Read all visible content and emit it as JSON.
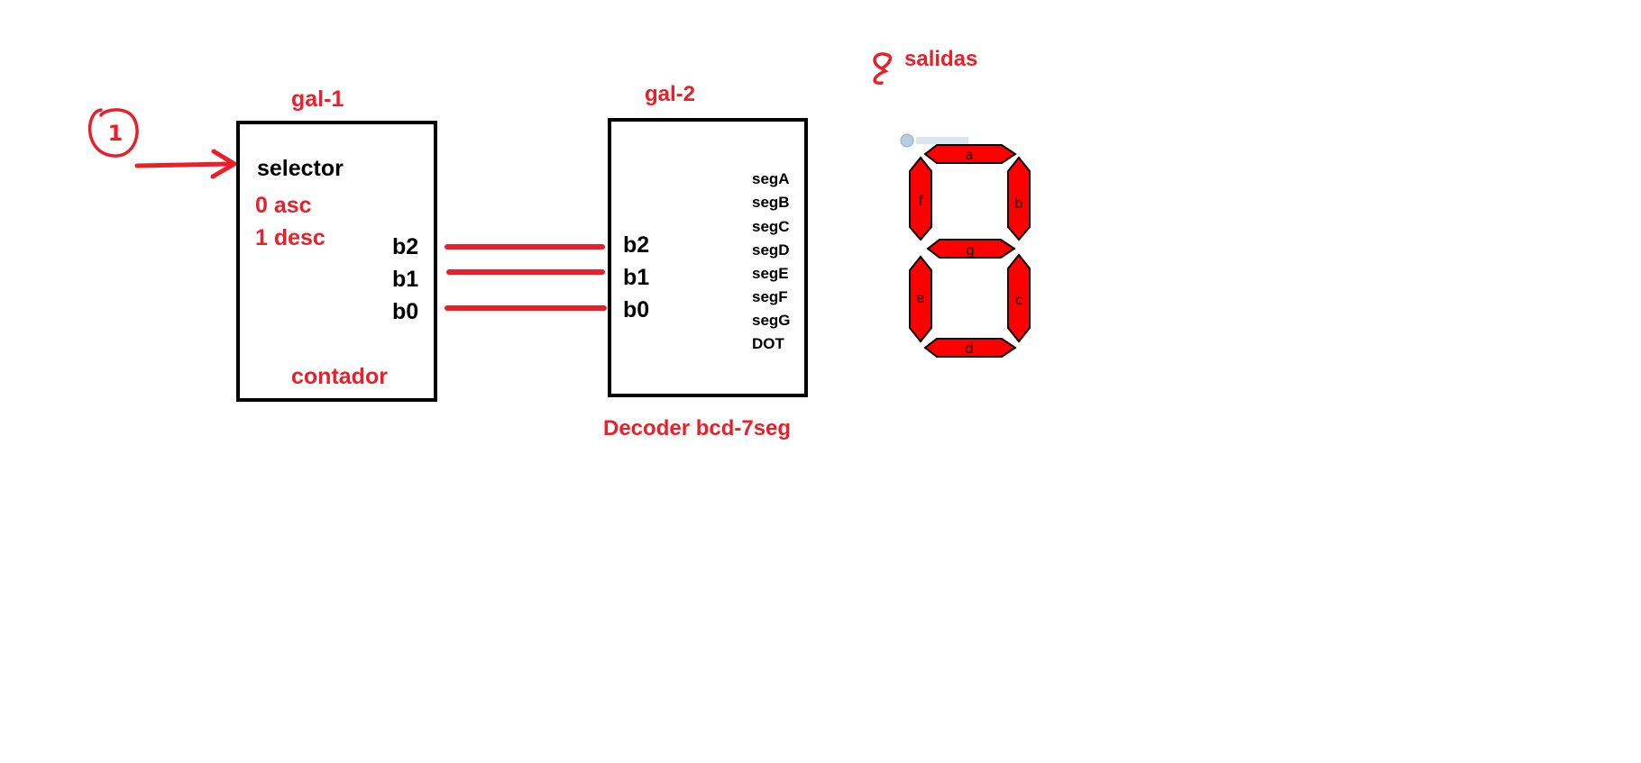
{
  "colors": {
    "accent": "#e8202a",
    "outline": "#000000",
    "segment_fill": "#ff0000"
  },
  "clock_input": {
    "number": "1",
    "icon": "right-arrow-icon"
  },
  "gal1": {
    "title": "gal-1",
    "selector": "selector",
    "mode0": "0 asc",
    "mode1": "1 desc",
    "bits": [
      "b2",
      "b1",
      "b0"
    ],
    "caption": "contador"
  },
  "gal2": {
    "title": "gal-2",
    "bits": [
      "b2",
      "b1",
      "b0"
    ],
    "outputs": [
      "segA",
      "segB",
      "segC",
      "segD",
      "segE",
      "segF",
      "segG",
      "DOT"
    ],
    "caption": "Decoder bcd-7seg"
  },
  "outputs_note": {
    "count": "8",
    "label": "salidas"
  },
  "display": {
    "segments": [
      "a",
      "b",
      "c",
      "d",
      "e",
      "f",
      "g"
    ]
  }
}
